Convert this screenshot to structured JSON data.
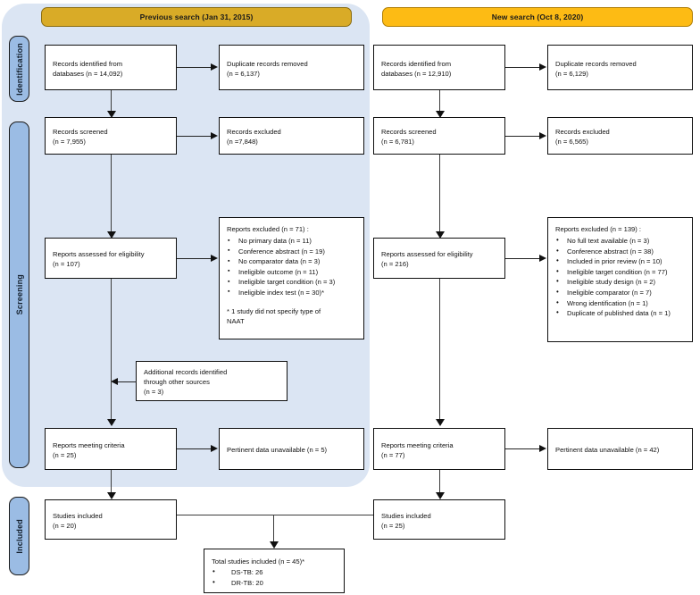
{
  "diagram": {
    "title": "PRISMA study selection flow diagram",
    "colors": {
      "panel_background": "#dbe5f3",
      "previous_banner": "#d9ab27",
      "new_banner": "#fdbb14",
      "stage_label": "#9bbce4",
      "box_border": "#0f0f0f"
    }
  },
  "banners": {
    "previous": "Previous search (Jan 31, 2015)",
    "new": "New search (Oct 8, 2020)"
  },
  "stage_labels": {
    "identification": "Identification",
    "screening": "Screening",
    "included": "Included"
  },
  "previous_search": {
    "identified": {
      "line1": "Records identified from",
      "line2": "databases (n = 14,092)"
    },
    "duplicates": {
      "line1": "Duplicate records removed",
      "line2": "(n = 6,137)"
    },
    "screened": {
      "line1": "Records screened",
      "line2": "(n = 7,955)"
    },
    "records_excluded": {
      "line1": "Records excluded",
      "line2": "(n =7,848)"
    },
    "assessed": {
      "line1": "Reports assessed for eligibility",
      "line2": "(n = 107)"
    },
    "reports_excluded": {
      "heading": "Reports excluded (n = 71) :",
      "items": [
        "No primary data (n = 11)",
        "Conference abstract (n = 19)",
        "No comparator data (n = 3)",
        "Ineligible outcome (n = 11)",
        "Ineligible target condition (n = 3)",
        "Ineligible index test (n = 30)*"
      ],
      "note": "* 1 study did not specify type of\nNAAT"
    },
    "additional_records": {
      "line1": "Additional records identified",
      "line2": "through other sources",
      "line3": "(n = 3)"
    },
    "meeting_criteria": {
      "line1": "Reports meeting criteria",
      "line2": "(n = 25)"
    },
    "pertinent_unavailable": {
      "line1": "Pertinent data unavailable (n = 5)"
    },
    "studies_included": {
      "line1": "Studies included",
      "line2": "(n = 20)"
    }
  },
  "new_search": {
    "identified": {
      "line1": "Records identified from",
      "line2": "databases (n = 12,910)"
    },
    "duplicates": {
      "line1": "Duplicate records removed",
      "line2": "(n = 6,129)"
    },
    "screened": {
      "line1": "Records screened",
      "line2": "(n = 6,781)"
    },
    "records_excluded": {
      "line1": "Records excluded",
      "line2": "(n = 6,565)"
    },
    "assessed": {
      "line1": "Reports assessed for eligibility",
      "line2": "(n = 216)"
    },
    "reports_excluded": {
      "heading": "Reports excluded (n = 139) :",
      "items": [
        "No full text available (n = 3)",
        "Conference abstract (n = 38)",
        "Included in prior review (n = 10)",
        "Ineligible target condition (n = 77)",
        "Ineligible study design (n = 2)",
        "Ineligible comparator (n = 7)",
        "Wrong identification (n = 1)",
        "Duplicate of published data (n = 1)"
      ]
    },
    "meeting_criteria": {
      "line1": "Reports meeting criteria",
      "line2": "(n = 77)"
    },
    "pertinent_unavailable": {
      "line1": "Pertinent data unavailable (n = 42)"
    },
    "studies_included": {
      "line1": "Studies included",
      "line2": "(n = 25)"
    }
  },
  "total": {
    "heading": "Total studies included (n = 45)*",
    "items": [
      "DS-TB: 26",
      "DR-TB: 20"
    ]
  },
  "chart_data": {
    "type": "diagram",
    "title": "PRISMA flow diagram of study selection",
    "arms": [
      {
        "name": "Previous search (Jan 31, 2015)",
        "records_identified": 14092,
        "duplicates_removed": 6137,
        "records_screened": 7955,
        "records_excluded": 7848,
        "reports_assessed": 107,
        "reports_excluded_total": 71,
        "reports_excluded_reasons": [
          {
            "reason": "No primary data",
            "n": 11
          },
          {
            "reason": "Conference abstract",
            "n": 19
          },
          {
            "reason": "No comparator data",
            "n": 3
          },
          {
            "reason": "Ineligible outcome",
            "n": 11
          },
          {
            "reason": "Ineligible target condition",
            "n": 3
          },
          {
            "reason": "Ineligible index test",
            "n": 30
          }
        ],
        "additional_records_other_sources": 3,
        "reports_meeting_criteria": 25,
        "pertinent_data_unavailable": 5,
        "studies_included": 20
      },
      {
        "name": "New search (Oct 8, 2020)",
        "records_identified": 12910,
        "duplicates_removed": 6129,
        "records_screened": 6781,
        "records_excluded": 6565,
        "reports_assessed": 216,
        "reports_excluded_total": 139,
        "reports_excluded_reasons": [
          {
            "reason": "No full text available",
            "n": 3
          },
          {
            "reason": "Conference abstract",
            "n": 38
          },
          {
            "reason": "Included in prior review",
            "n": 10
          },
          {
            "reason": "Ineligible target condition",
            "n": 77
          },
          {
            "reason": "Ineligible study design",
            "n": 2
          },
          {
            "reason": "Ineligible comparator",
            "n": 7
          },
          {
            "reason": "Wrong identification",
            "n": 1
          },
          {
            "reason": "Duplicate of published data",
            "n": 1
          }
        ],
        "reports_meeting_criteria": 77,
        "pertinent_data_unavailable": 42,
        "studies_included": 25
      }
    ],
    "total_studies_included": 45,
    "total_breakdown": [
      {
        "label": "DS-TB",
        "n": 26
      },
      {
        "label": "DR-TB",
        "n": 20
      }
    ]
  }
}
